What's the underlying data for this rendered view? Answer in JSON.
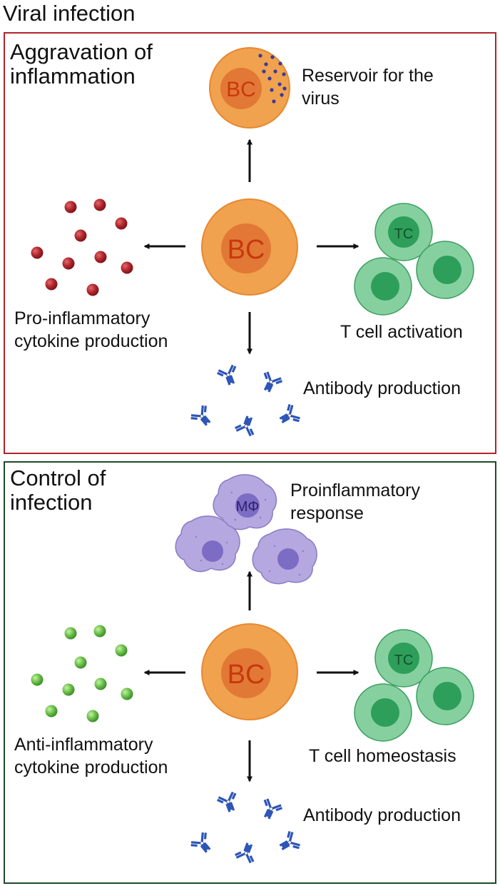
{
  "title": "Viral infection",
  "colors": {
    "top_border": "#b2232b",
    "bottom_border": "#1f4a28",
    "b_cell_outer": "#f0a24e",
    "b_cell_inner": "#e27836",
    "b_cell_text": "#c8380e",
    "t_cell_outer": "#86d0a0",
    "t_cell_inner": "#2e9e5b",
    "pro_cytokine": "#b3282e",
    "anti_cytokine": "#6cc24a",
    "antibody": "#2c55b8",
    "macrophage": "#b5a8e0",
    "macrophage_nucleus": "#7d6cc4",
    "virus": "#3a3a9a"
  },
  "panels": {
    "top": {
      "title": "Aggravation of\ninflammation",
      "center_cell": "BC",
      "reservoir_cell": "BC",
      "reservoir_label": "Reservoir for the\nvirus",
      "t_cell": "TC",
      "t_cell_label": "T cell activation",
      "cytokine_label": "Pro-inflammatory\ncytokine production",
      "antibody_label": "Antibody production"
    },
    "bottom": {
      "title": "Control of\ninfection",
      "center_cell": "BC",
      "macrophage": "MΦ",
      "macrophage_label": "Proinflammatory\nresponse",
      "t_cell": "TC",
      "t_cell_label": "T cell homeostasis",
      "cytokine_label": "Anti-inflammatory\ncytokine production",
      "antibody_label": "Antibody production"
    }
  }
}
